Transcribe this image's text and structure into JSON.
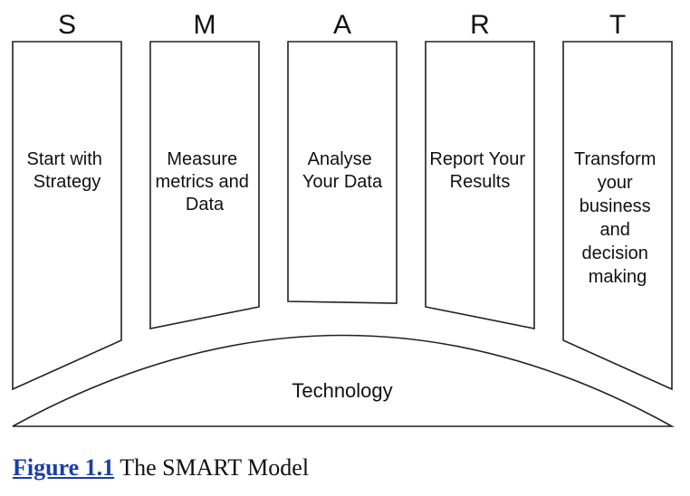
{
  "pillars": [
    {
      "letter": "S",
      "lines": [
        "Start with",
        "Strategy"
      ]
    },
    {
      "letter": "M",
      "lines": [
        "Measure",
        "metrics and",
        "Data"
      ]
    },
    {
      "letter": "A",
      "lines": [
        "Analyse",
        "Your Data"
      ]
    },
    {
      "letter": "R",
      "lines": [
        "Report Your",
        "Results"
      ]
    },
    {
      "letter": "T",
      "lines": [
        "Transform",
        "your",
        "business",
        "and",
        "decision",
        "making"
      ]
    }
  ],
  "base": {
    "label": "Technology"
  },
  "caption": {
    "link_text": "Figure 1.1",
    "title": " The SMART Model"
  }
}
